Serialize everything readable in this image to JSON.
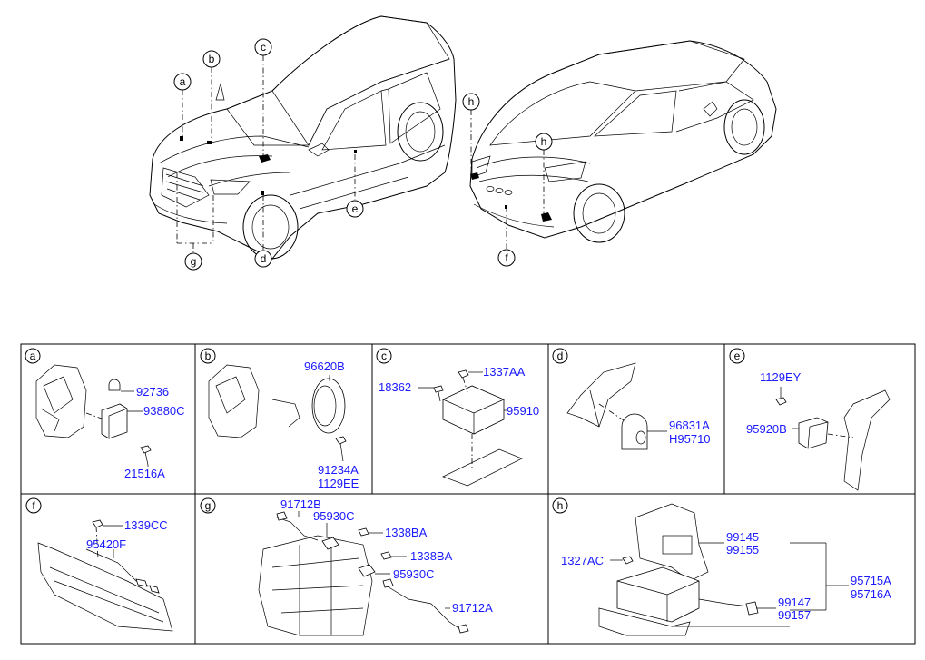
{
  "overview": {
    "front_callouts": [
      "a",
      "b",
      "c",
      "d",
      "e",
      "g"
    ],
    "rear_callouts": [
      "h",
      "h",
      "f"
    ]
  },
  "panels": [
    {
      "letter": "a",
      "parts": [
        "92736",
        "93880C",
        "21516A"
      ]
    },
    {
      "letter": "b",
      "parts": [
        "96620B",
        "91234A",
        "1129EE"
      ]
    },
    {
      "letter": "c",
      "parts": [
        "1337AA",
        "18362",
        "95910"
      ]
    },
    {
      "letter": "d",
      "parts": [
        "96831A",
        "H95710"
      ]
    },
    {
      "letter": "e",
      "parts": [
        "1129EY",
        "95920B"
      ]
    },
    {
      "letter": "f",
      "parts": [
        "1339CC",
        "95420F"
      ]
    },
    {
      "letter": "g",
      "parts": [
        "91712B",
        "95930C",
        "1338BA",
        "1338BA",
        "95930C",
        "91712A"
      ]
    },
    {
      "letter": "h",
      "parts": [
        "99145",
        "99155",
        "1327AC",
        "95715A",
        "95716A",
        "99147",
        "99157"
      ]
    }
  ]
}
